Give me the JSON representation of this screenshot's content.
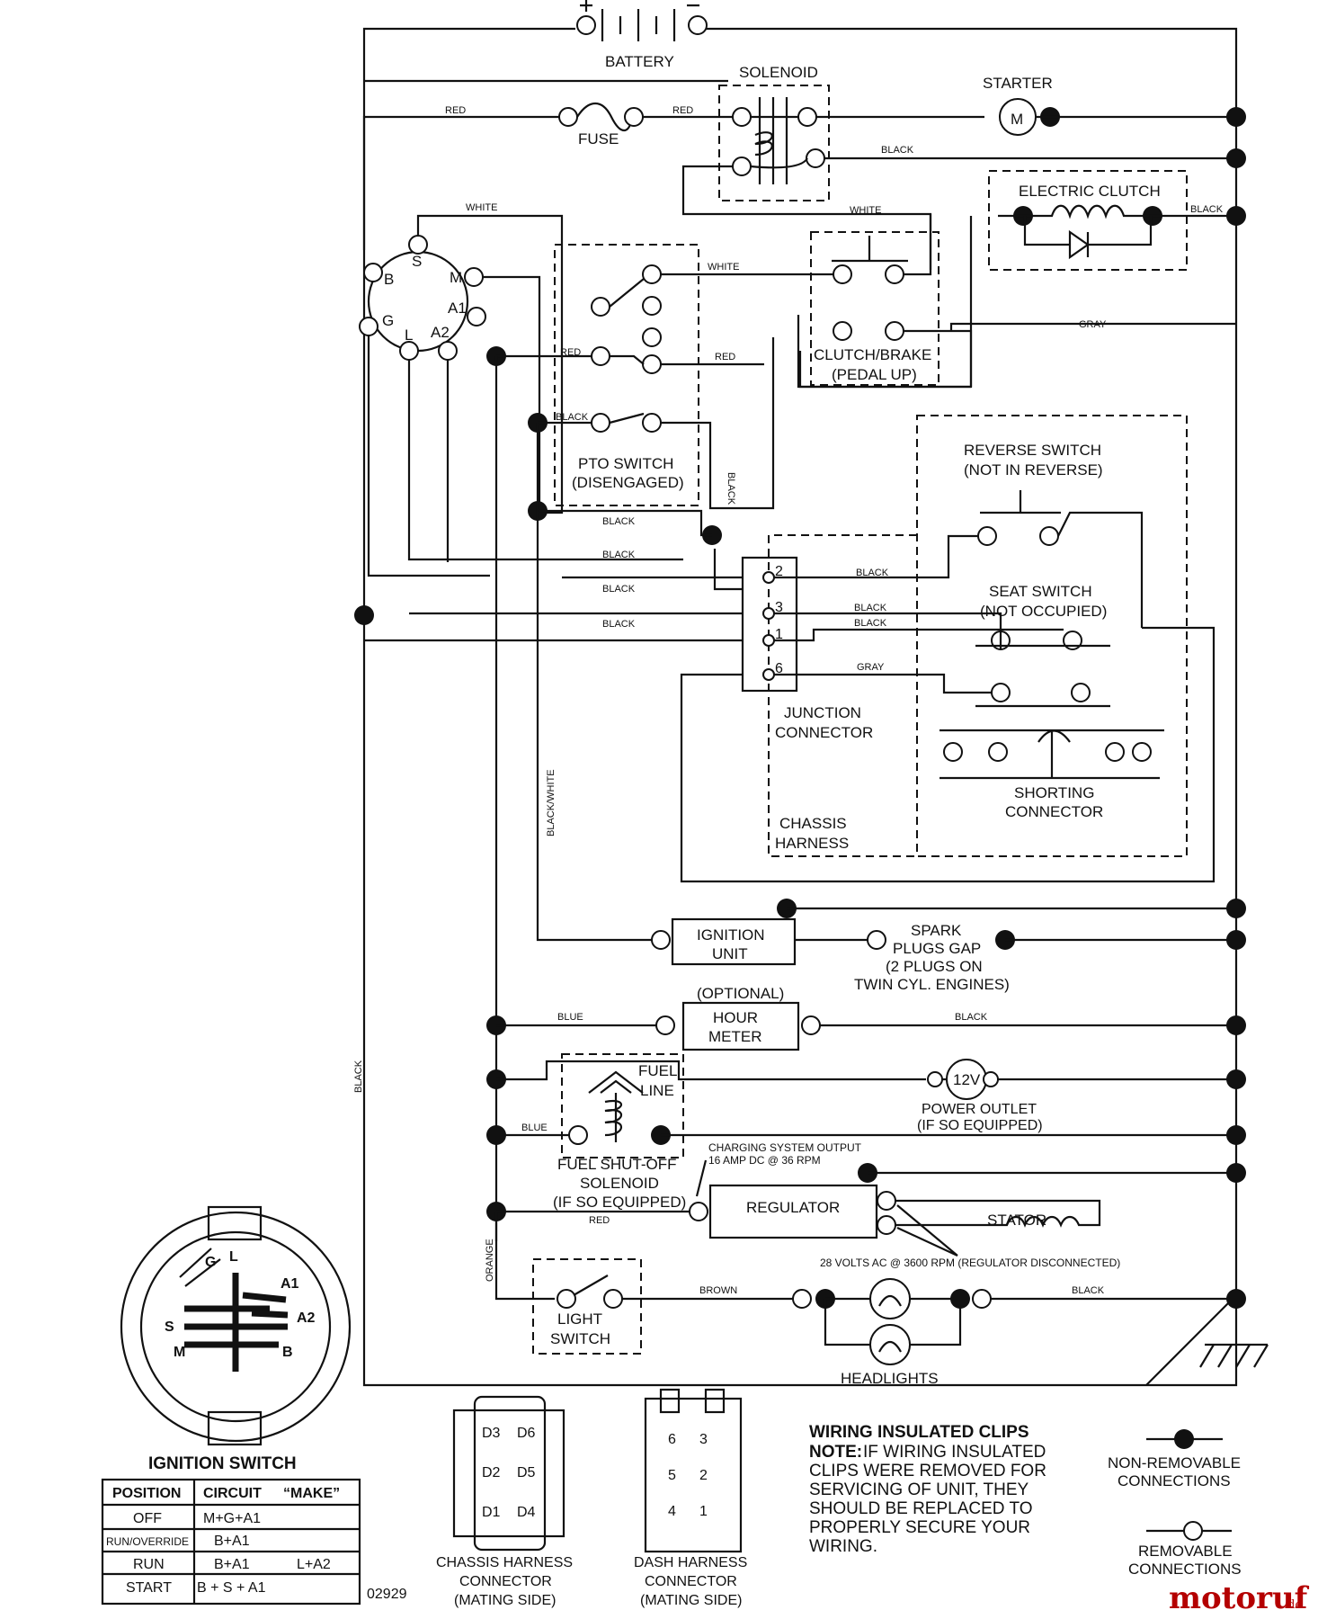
{
  "components": {
    "battery": "BATTERY",
    "solenoid": "SOLENOID",
    "starter": "STARTER",
    "starter_symbol": "M",
    "fuse": "FUSE",
    "electric_clutch": "ELECTRIC CLUTCH",
    "clutch_brake": [
      "CLUTCH/BRAKE",
      "(PEDAL UP)"
    ],
    "pto_switch": [
      "PTO SWITCH",
      "(DISENGAGED)"
    ],
    "reverse_switch": [
      "REVERSE SWITCH",
      "(NOT IN REVERSE)"
    ],
    "seat_switch": [
      "SEAT SWITCH",
      "(NOT OCCUPIED)"
    ],
    "junction_connector": [
      "JUNCTION",
      "CONNECTOR"
    ],
    "shorting_connector": [
      "SHORTING",
      "CONNECTOR"
    ],
    "chassis_harness": [
      "CHASSIS",
      "HARNESS"
    ],
    "ignition_unit": [
      "IGNITION",
      "UNIT"
    ],
    "spark_plugs": [
      "SPARK",
      "PLUGS GAP",
      "(2 PLUGS ON",
      "TWIN CYL. ENGINES)"
    ],
    "hour_meter": [
      "(OPTIONAL)",
      "HOUR",
      "METER"
    ],
    "fuel_line": [
      "FUEL",
      "LINE"
    ],
    "power_outlet_symbol": "12V",
    "power_outlet": [
      "POWER OUTLET",
      "(IF SO EQUIPPED)"
    ],
    "fuel_solenoid": [
      "FUEL SHUT-OFF",
      "SOLENOID",
      "(IF SO EQUIPPED)"
    ],
    "charging_output": [
      "CHARGING SYSTEM OUTPUT",
      "16 AMP DC @ 36 RPM"
    ],
    "regulator": "REGULATOR",
    "stator": "STATOR",
    "stator_spec": "28 VOLTS AC @ 3600 RPM (REGULATOR DISCONNECTED)",
    "light_switch": [
      "LIGHT",
      "SWITCH"
    ],
    "headlights": "HEADLIGHTS"
  },
  "ignition_terminals": [
    "B",
    "S",
    "M",
    "A1",
    "G",
    "L",
    "A2"
  ],
  "junction_pins": [
    "2",
    "3",
    "1",
    "6"
  ],
  "wire_labels": {
    "red": "RED",
    "black": "BLACK",
    "white": "WHITE",
    "gray": "GRAY",
    "blue": "BLUE",
    "orange": "ORANGE",
    "brown": "BROWN",
    "black_white": "BLACK/WHITE"
  },
  "ignition_switch": {
    "title": "IGNITION SWITCH",
    "face_letters": [
      "G",
      "L",
      "A1",
      "S",
      "A2",
      "M",
      "B"
    ],
    "table": {
      "headers": [
        "POSITION",
        "CIRCUIT",
        "“MAKE”"
      ],
      "rows": [
        {
          "position": "OFF",
          "circuit": "M+G+A1",
          "make": ""
        },
        {
          "position": "RUN/OVERRIDE",
          "circuit": "B+A1",
          "make": ""
        },
        {
          "position": "RUN",
          "circuit": "B+A1",
          "make": "L+A2"
        },
        {
          "position": "START",
          "circuit": "B + S + A1",
          "make": ""
        }
      ]
    }
  },
  "chassis_connector": {
    "pins": [
      "D3",
      "D6",
      "D2",
      "D5",
      "D1",
      "D4"
    ],
    "caption": [
      "CHASSIS HARNESS",
      "CONNECTOR",
      "(MATING SIDE)"
    ]
  },
  "dash_connector": {
    "pins": [
      "6",
      "3",
      "5",
      "2",
      "4",
      "1"
    ],
    "caption": [
      "DASH HARNESS",
      "CONNECTOR",
      "(MATING SIDE)"
    ]
  },
  "notes": {
    "title": "WIRING INSULATED CLIPS",
    "note_label": "NOTE:",
    "note_lines": [
      " IF WIRING INSULATED",
      "CLIPS WERE REMOVED FOR",
      "SERVICING OF UNIT, THEY",
      "SHOULD BE REPLACED TO",
      "PROPERLY SECURE YOUR",
      " WIRING."
    ]
  },
  "legend": {
    "non_removable": [
      "NON-REMOVABLE",
      "CONNECTIONS"
    ],
    "removable": [
      "REMOVABLE",
      "CONNECTIONS"
    ]
  },
  "diagram_number": "02929",
  "watermark": {
    "brand": "motoruf",
    "suffix": ".de"
  }
}
